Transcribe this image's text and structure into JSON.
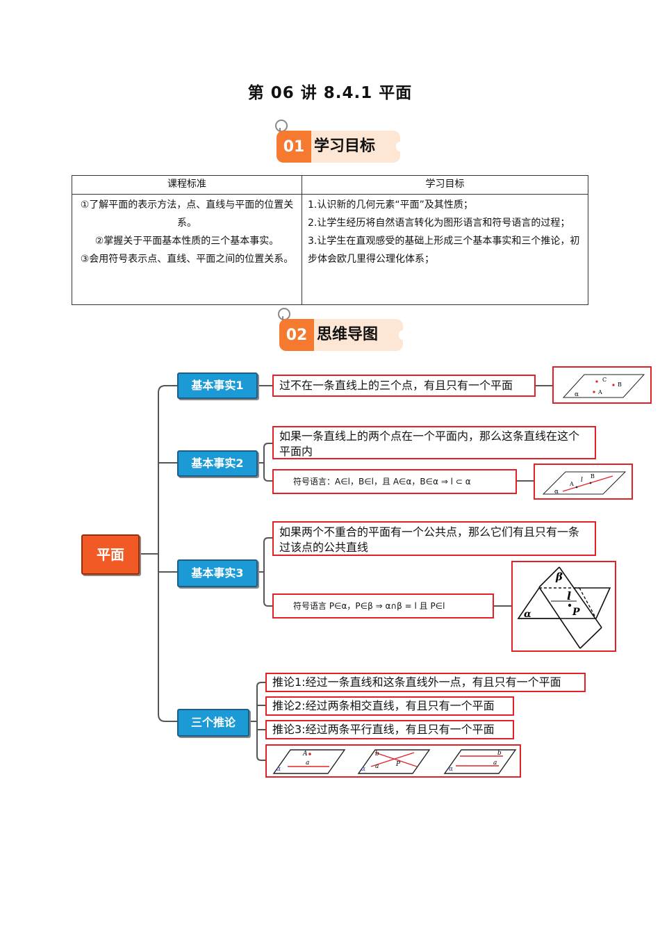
{
  "title": "第 06 讲  8.4.1  平面",
  "section1": {
    "num": "01",
    "label": "学习目标"
  },
  "section2": {
    "num": "02",
    "label": "思维导图"
  },
  "table": {
    "headers": [
      "课程标准",
      "学习目标"
    ],
    "left": [
      "①了解平面的表示方法，点、直线与平面的位置关系。",
      "②掌握关于平面基本性质的三个基本事实。",
      "③会用符号表示点、直线、平面之间的位置关系。"
    ],
    "right": [
      "1.认识新的几何元素“平面”及其性质；",
      "2.让学生经历将自然语言转化为图形语言和符号语言的过程；",
      "3.让学生在直观感受的基础上形成三个基本事实和三个推论，初步体会欧几里得公理化体系；"
    ]
  },
  "mindmap": {
    "root": "平面",
    "fact1": {
      "label": "基本事实1",
      "text": "过不在一条直线上的三个点，有且只有一个平面",
      "fig": {
        "a": "α",
        "p1": "A",
        "p2": "B",
        "p3": "C"
      }
    },
    "fact2": {
      "label": "基本事实2",
      "text": "如果一条直线上的两个点在一个平面内，那么这条直线在这个平面内",
      "symbol": "符号语言：A∈l，B∈l，且 A∈α，B∈α ⇒ l ⊂ α",
      "fig": {
        "a": "α",
        "l": "l",
        "A": "A",
        "B": "B"
      }
    },
    "fact3": {
      "label": "基本事实3",
      "text": "如果两个不重合的平面有一个公共点，那么它们有且只有一条过该点的公共直线",
      "symbol": "符号语言 P∈α，P∈β ⇒ α∩β = l 且 P∈l",
      "fig": {
        "alpha": "α",
        "beta": "β",
        "l": "l",
        "P": "P"
      }
    },
    "corollaries": {
      "label": "三个推论",
      "items": [
        "推论1:经过一条直线和这条直线外一点，有且只有一个平面",
        "推论2:经过两条相交直线，有且只有一个平面",
        "推论3:经过两条平行直线，有且只有一个平面"
      ],
      "fig": {
        "alpha": "α",
        "A": "A",
        "a": "a",
        "b": "b",
        "P": "P"
      }
    }
  },
  "colors": {
    "accent": "#f5792e",
    "blue": "#1c9ad6",
    "red": "#e32028",
    "root": "#f15a24"
  }
}
